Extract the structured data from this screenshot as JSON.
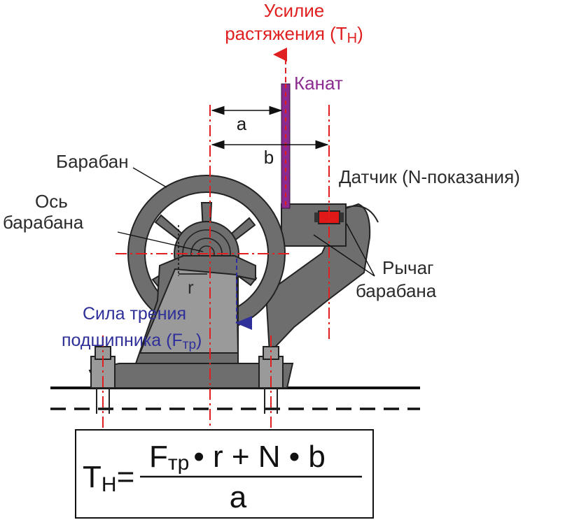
{
  "labels": {
    "force_line1": "Усилие",
    "force_line2": "растяжения (Т",
    "force_sub": "Н",
    "force_close": ")",
    "rope": "Канат",
    "dim_a": "a",
    "dim_b": "b",
    "drum": "Барабан",
    "axis_line1": "Ось",
    "axis_line2": "барабана",
    "sensor": "Датчик (N-показания)",
    "lever_line1": "Рычаг",
    "lever_line2": "барабана",
    "radius": "r",
    "friction_line1": "Сила трения",
    "friction_line2": "подшипника (F",
    "friction_sub": "тр",
    "friction_close": ")"
  },
  "formula": {
    "lhs_main": "Т",
    "lhs_sub": "Н",
    "equals": "=",
    "num_f": "F",
    "num_f_sub": "тр",
    "num_rest": "• r  +  N • b",
    "denominator": "a"
  },
  "colors": {
    "accent_red": "#e02020",
    "rope_purple": "#8b2a8f",
    "friction_blue": "#2f2f9a",
    "machine_gray": "#6e6e6e",
    "frame_gray": "#9a9a9a",
    "sensor_red": "#e01818"
  }
}
